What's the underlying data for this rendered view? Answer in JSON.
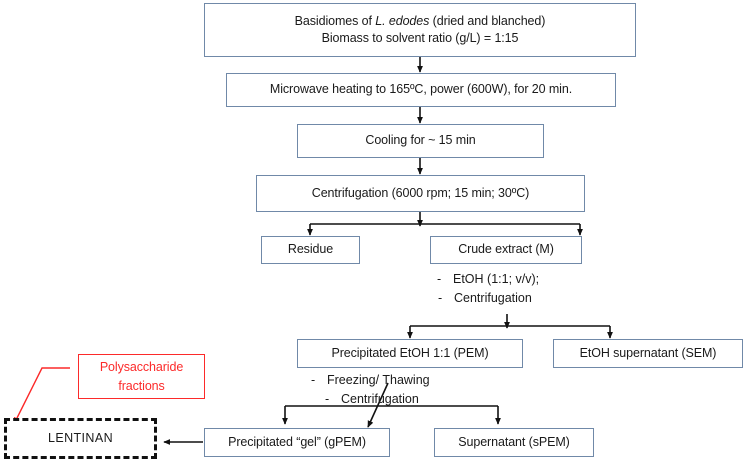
{
  "diagram": {
    "title": "Lentinula edodes polysaccharide extraction flowchart",
    "colors": {
      "box_border": "#7089a8",
      "wire": "#111111",
      "accent_red": "#fc2a2a",
      "dashed_border": "#111111",
      "text": "#1a1a1a",
      "background": "#ffffff"
    },
    "nodes": {
      "basidiomes": {
        "line1_a": "Basidiomes of ",
        "line1_b": "L. edodes",
        "line1_c": " (dried and blanched)",
        "line2": "Biomass to solvent ratio (g/L) = 1:15"
      },
      "microwave": {
        "label": "Microwave heating to 165ºC, power (600W), for 20 min."
      },
      "cooling": {
        "label": "Cooling for ~ 15 min"
      },
      "centrifugation": {
        "label": "Centrifugation (6000 rpm; 15 min; 30ºC)"
      },
      "residue": {
        "label": "Residue"
      },
      "crude_extract": {
        "label": "Crude extract (M)"
      },
      "pem": {
        "label": "Precipitated EtOH 1:1 (PEM)"
      },
      "sem": {
        "label": "EtOH supernatant (SEM)"
      },
      "gpem": {
        "label": "Precipitated “gel” (gPEM)"
      },
      "spem": {
        "label": "Supernatant (sPEM)"
      },
      "lentinan": {
        "label": "LENTINAN"
      },
      "callout": {
        "line1": "Polysaccharide",
        "line2": "fractions"
      }
    },
    "annotations": {
      "ethanol_step": {
        "item1": "EtOH (1:1; v/v);",
        "item2": "Centrifugation",
        "bullet": "-"
      },
      "freeze_step": {
        "item1": "Freezing/ Thawing",
        "item2": "Centrifugation",
        "bullet": "-"
      }
    }
  }
}
